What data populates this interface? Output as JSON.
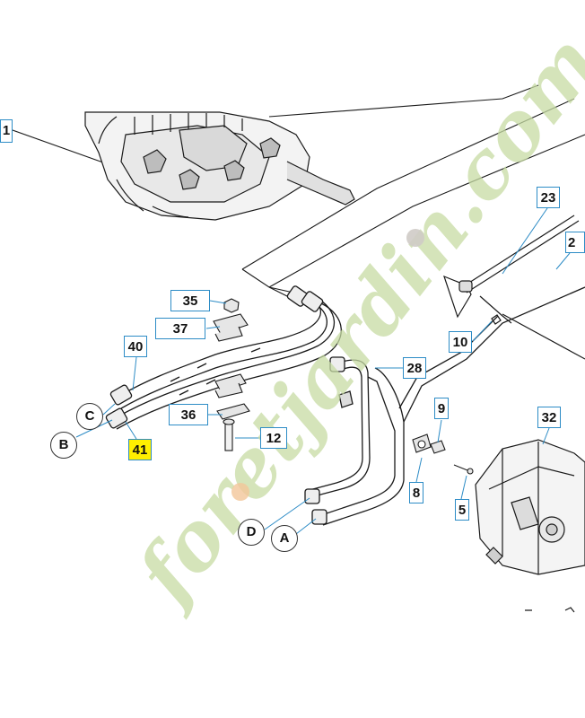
{
  "callouts": {
    "c1": "1",
    "c23": "23",
    "c2": "2",
    "c35": "35",
    "c37": "37",
    "c40": "40",
    "c28": "28",
    "c10": "10",
    "c36": "36",
    "c12": "12",
    "c9": "9",
    "c32": "32",
    "c41": "41",
    "c8": "8",
    "c5": "5"
  },
  "connectors": {
    "a": "A",
    "b": "B",
    "c": "C",
    "d": "D"
  },
  "watermark": {
    "text": "foretjardin.com"
  },
  "colors": {
    "callout_border": "#2d8cc6",
    "highlight": "#ffef00",
    "watermark_green": "#c7dca4",
    "watermark_orange": "#f2c59a",
    "watermark_gray": "#cfcbc6"
  }
}
